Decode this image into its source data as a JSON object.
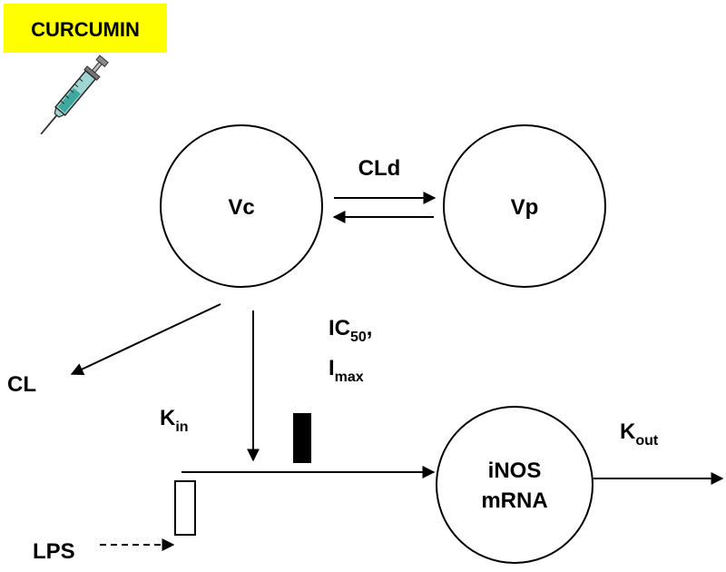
{
  "drug_label": "CURCUMIN",
  "compartments": {
    "central": "Vc",
    "peripheral": "Vp",
    "response": [
      "iNOS",
      "mRNA"
    ]
  },
  "params": {
    "distribution_clearance": "CLd",
    "clearance": "CL",
    "inhibition": {
      "ic": {
        "base": "IC",
        "sub": "50",
        "tail": ","
      },
      "imax": {
        "base": "I",
        "sub": "max"
      }
    },
    "kin": {
      "base": "K",
      "sub": "in"
    },
    "kout": {
      "base": "K",
      "sub": "out"
    }
  },
  "stimulus_label": "LPS",
  "colors": {
    "drug_highlight": "#FFFF00",
    "line": "#000000",
    "syringe_barrel": "#9FD6D2",
    "syringe_fill": "#3FA9A0"
  }
}
